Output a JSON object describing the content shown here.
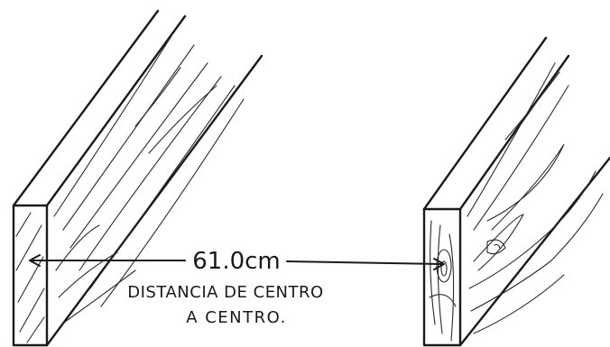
{
  "diagram": {
    "measurement": "61.0cm",
    "caption_line1": "DISTANCIA DE CENTRO",
    "caption_line2": "A CENTRO."
  }
}
